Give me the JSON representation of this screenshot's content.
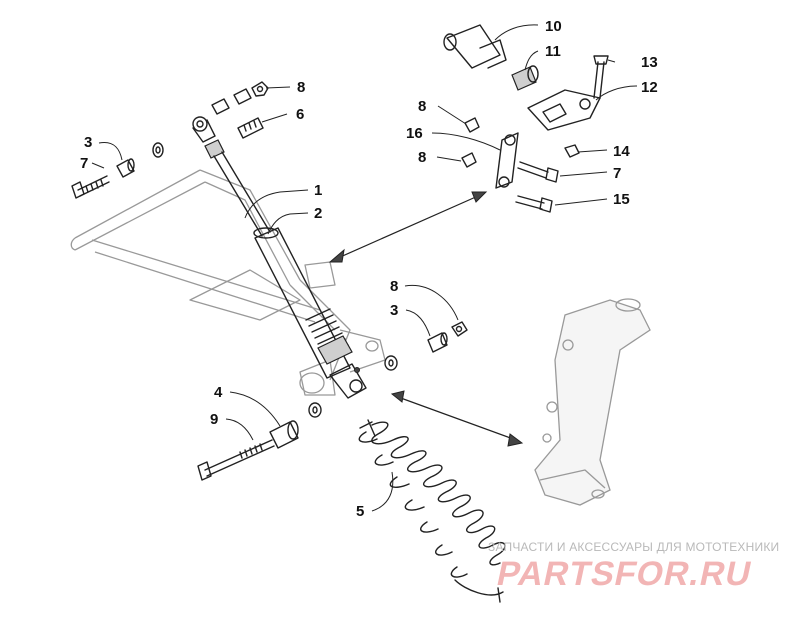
{
  "callouts": {
    "c1": "1",
    "c2": "2",
    "c3a": "3",
    "c3b": "3",
    "c4": "4",
    "c5": "5",
    "c6": "6",
    "c7a": "7",
    "c7b": "7",
    "c8a": "8",
    "c8b": "8",
    "c8c": "8",
    "c8d": "8",
    "c9": "9",
    "c10": "10",
    "c11": "11",
    "c12": "12",
    "c13": "13",
    "c14": "14",
    "c15": "15",
    "c16": "16"
  },
  "watermark": {
    "tagline": "ЗАПЧАСТИ И АКСЕССУАРЫ ДЛЯ МОТОТЕХНИКИ",
    "logo_text": "PARTSFOR.RU",
    "logo_color": "#f2b5b5"
  }
}
